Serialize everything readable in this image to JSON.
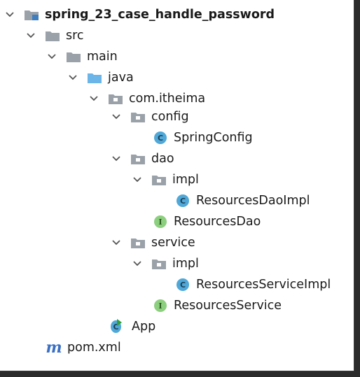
{
  "tree": {
    "root": "spring_23_case_handle_password",
    "src": "src",
    "main": "main",
    "java": "java",
    "package": "com.itheima",
    "config": "config",
    "spring_config": "SpringConfig",
    "dao": "dao",
    "dao_impl": "impl",
    "resources_dao_impl": "ResourcesDaoImpl",
    "resources_dao": "ResourcesDao",
    "service": "service",
    "service_impl": "impl",
    "resources_service_impl": "ResourcesServiceImpl",
    "resources_service": "ResourcesService",
    "app": "App",
    "pom": "pom.xml"
  },
  "icons": {
    "class_badge": "C",
    "interface_badge": "I",
    "maven_badge": "m"
  },
  "colors": {
    "folder_gray": "#9aa1a8",
    "java_folder_blue": "#6cb5e8",
    "class_icon": "#4fa8d7",
    "interface_icon": "#8ccf7e",
    "run_arrow": "#2f9e3a",
    "maven": "#3b6fc4"
  }
}
